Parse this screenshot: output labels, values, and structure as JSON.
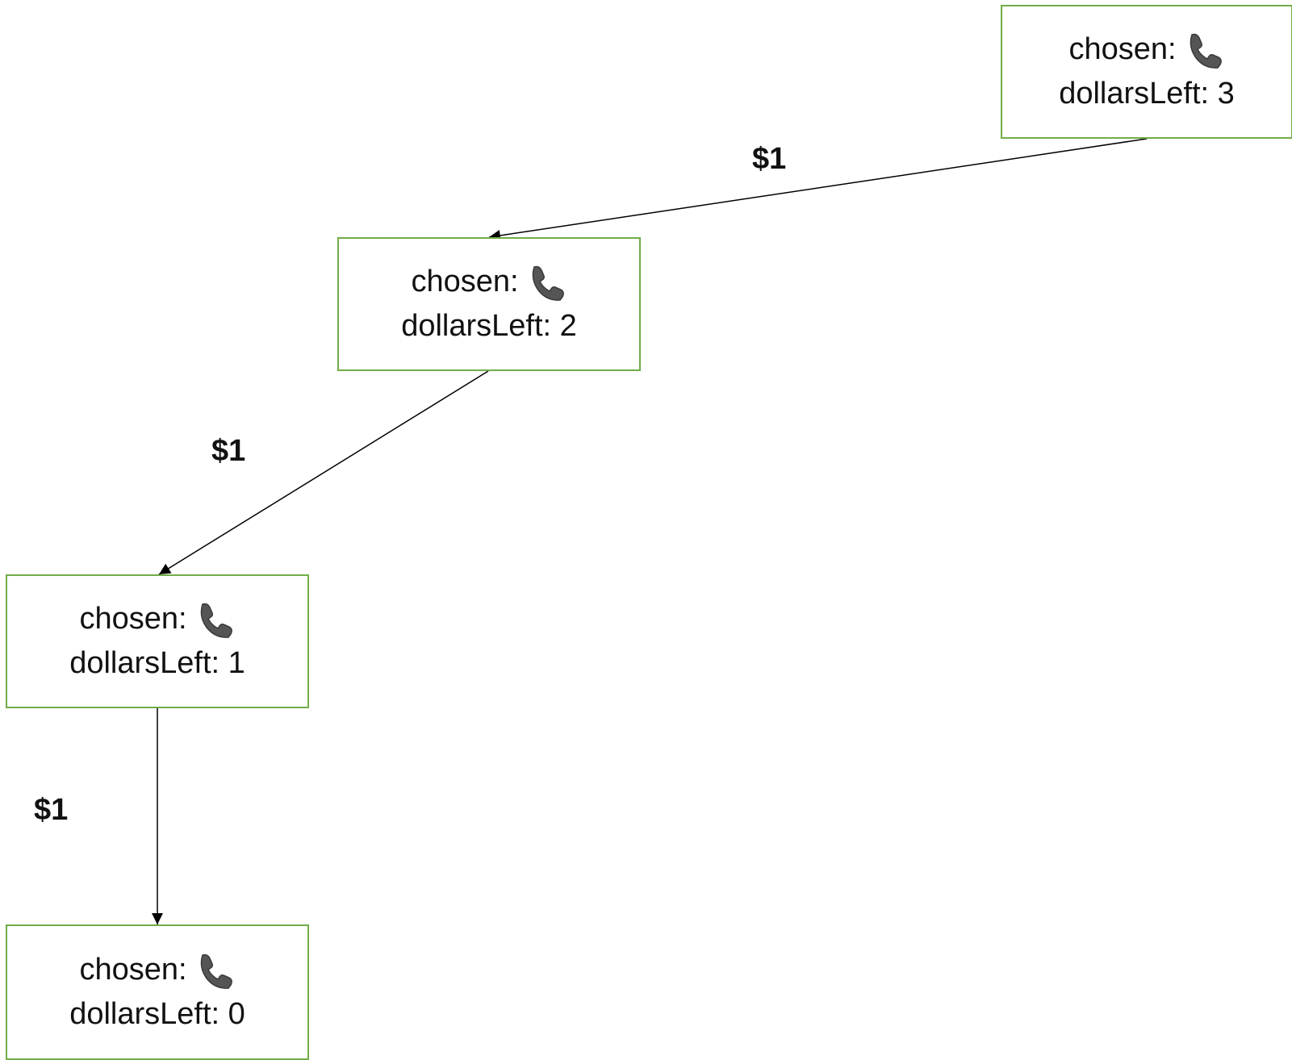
{
  "diagram": {
    "nodes": [
      {
        "chosen_label": "chosen:",
        "chosen_icon": "telephone-receiver-icon",
        "dollars_left": "dollarsLeft: 3"
      },
      {
        "chosen_label": "chosen:",
        "chosen_icon": "telephone-receiver-icon",
        "dollars_left": "dollarsLeft: 2"
      },
      {
        "chosen_label": "chosen:",
        "chosen_icon": "telephone-receiver-icon",
        "dollars_left": "dollarsLeft: 1"
      },
      {
        "chosen_label": "chosen:",
        "chosen_icon": "telephone-receiver-icon",
        "dollars_left": "dollarsLeft: 0"
      }
    ],
    "edges": [
      {
        "from": 0,
        "to": 1,
        "label": "$1"
      },
      {
        "from": 1,
        "to": 2,
        "label": "$1"
      },
      {
        "from": 2,
        "to": 3,
        "label": "$1"
      }
    ]
  },
  "colors": {
    "node_border": "#70ad47",
    "edge_line": "#000000",
    "text": "#111111"
  }
}
